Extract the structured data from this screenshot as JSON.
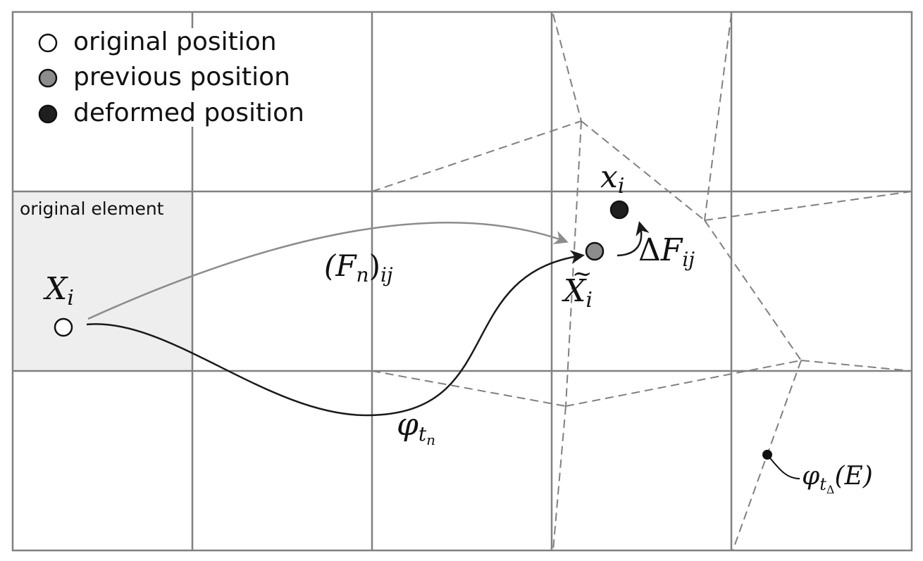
{
  "legend": {
    "original_label": "original position",
    "previous_label": "previous position",
    "deformed_label": "deformed position"
  },
  "region_label": "original element",
  "labels": {
    "X_main": "X",
    "X_sub": "i",
    "Fn_open": "(F",
    "Fn_sub": "n",
    "Fn_close": ")",
    "Fn_ij": "ij",
    "xtilde_main": "X",
    "xtilde_tilde": "~",
    "xtilde_sub": "i",
    "x_main": "x",
    "x_sub": "i",
    "dF_delta": "Δ",
    "dF_main": "F",
    "dF_sub": "ij",
    "phi_main": "φ",
    "phi_t": "t",
    "phi_n": "n",
    "phiE_main": "φ",
    "phiE_t": "t",
    "phiE_delta": "Δ",
    "phiE_arg": "(E)"
  },
  "colors": {
    "grid": "#808080",
    "dashed": "#808080",
    "element_fill": "#eeeeee",
    "previous_point": "#8c8c8c",
    "deformed_point": "#1f1f1f",
    "original_point": "#ffffff",
    "arrow_gray": "#8c8c8c",
    "arrow_black": "#1a1a1a"
  }
}
